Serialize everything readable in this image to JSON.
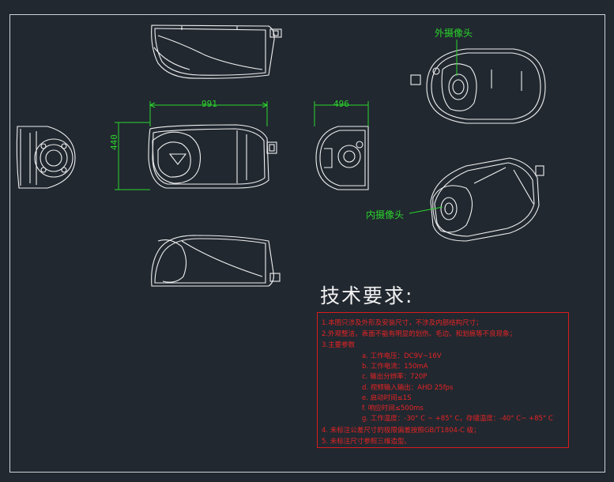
{
  "colors": {
    "background": "#212830",
    "outline": "#f0f0f0",
    "dimension": "#2bd62b",
    "requirements": "#e52424"
  },
  "dimensions": {
    "width_top": "991",
    "width_side": "496",
    "height_left": "440"
  },
  "callouts": {
    "external_camera": "外摄像头",
    "internal_camera": "内摄像头"
  },
  "requirements": {
    "title": "技术要求:",
    "line1": "1.本图只涉及外形及安装尺寸，不涉及内部结构尺寸；",
    "line2": "2.外观整洁，表面不能有明显的划伤、毛边、和划痕等不良现象；",
    "line3": "3.主要参数",
    "a": "a. 工作电压：DC9V~16V",
    "b": "b. 工作电流：150mA",
    "c": "c. 输出分辨率：720P",
    "d": "d. 视频输入输出：AHD 25fps",
    "e": "e. 启动时间≤1S",
    "f": "f. 响应时间≤500ms",
    "g": "g. 工作温度：-30° C ~ +85° C，存储温度：-40° C~ +85° C",
    "line4": "4. 未标注公差尺寸的极限偏差按照GB/T1804-C 级；",
    "line5": "5. 未标注尺寸参照三维造型。"
  }
}
